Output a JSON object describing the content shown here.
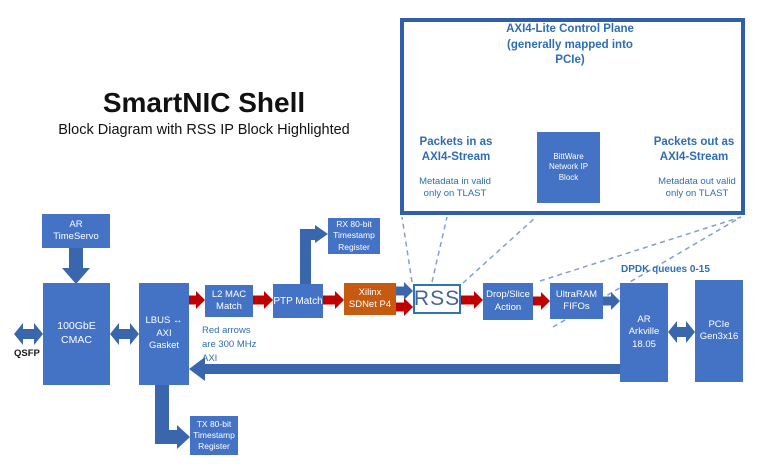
{
  "title": {
    "heading": "SmartNIC Shell",
    "subheading": "Block Diagram with RSS IP Block Highlighted"
  },
  "colors": {
    "block_blue": "#4472C4",
    "block_orange": "#C55A11",
    "arrow_blue": "#3A66AD",
    "arrow_red": "#C00000",
    "inset_border_blue": "#2F5FA8",
    "rss_border_blue": "#2E75B6",
    "note_text_blue": "#2E6DB5",
    "dashed_callout_blue": "#7F9FD6"
  },
  "blocks": {
    "ar_timeservo": "AR\nTimeServo",
    "cmac": "100GbE\nCMAC",
    "lbus_gasket": "LBUS ↔\nAXI\nGasket",
    "l2_mac": "L2 MAC\nMatch",
    "ptp_match": "PTP Match",
    "rx_timestamp": "RX 80-bit\nTimestamp\nRegister",
    "xilinx_sdnet": "Xilinx\nSDNet P4",
    "rss": "RSS",
    "drop_slice": "Drop/Slice\nAction",
    "ultraram": "UltraRAM\nFIFOs",
    "arkville": "AR\nArkville\n18.05",
    "pcie": "PCIe\nGen3x16",
    "tx_timestamp": "TX 80-bit\nTimestamp\nRegister"
  },
  "labels": {
    "qsfp": "QSFP",
    "dpdk_queues": "DPDK queues 0-15",
    "red_arrow_note": "Red arrows\nare 300 MHz\nAXI"
  },
  "inset": {
    "control_plane": "AXI4-Lite Control Plane\n(generally mapped into\nPCIe)",
    "packets_in": "Packets in as\nAXI4-Stream",
    "metadata_in": "Metadata in valid\nonly on TLAST",
    "bittware_block": "BittWare\nNetwork IP\nBlock",
    "packets_out": "Packets out as\nAXI4-Stream",
    "metadata_out": "Metadata out valid\nonly on TLAST"
  }
}
